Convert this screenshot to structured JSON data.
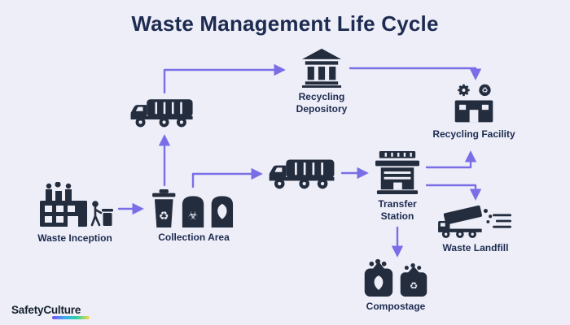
{
  "title": "Waste Management Life Cycle",
  "colors": {
    "bg": "#edeef8",
    "ink": "#242d3e",
    "accent": "#7a6ee6",
    "title": "#1d2b50"
  },
  "nodes": {
    "waste_inception": {
      "label": "Waste Inception"
    },
    "collection_area": {
      "label": "Collection Area"
    },
    "recycling_depository": {
      "label": "Recycling Depository"
    },
    "recycling_facility": {
      "label": "Recycling Facility"
    },
    "transfer_station": {
      "label": "Transfer Station"
    },
    "waste_landfill": {
      "label": "Waste Landfill"
    },
    "compostage": {
      "label": "Compostage"
    }
  },
  "icons": {
    "recycle_glyph": "♻",
    "biohazard_glyph": "☣",
    "leaf": "svg-leaf-shape",
    "garbage_truck": "svg-truck-shape",
    "bank": "svg-bank-shape",
    "factory_and_person": "svg-factory-shape",
    "transfer_building": "svg-awning-building-shape",
    "dump_truck": "svg-dump-truck-shape",
    "compost_bags": "svg-bags-shape",
    "gear": "svg-gear-shape"
  },
  "flow": [
    [
      "waste_inception",
      "collection_area"
    ],
    [
      "collection_area",
      "garbage_truck_1"
    ],
    [
      "garbage_truck_1",
      "recycling_depository"
    ],
    [
      "recycling_depository",
      "recycling_facility"
    ],
    [
      "collection_area",
      "garbage_truck_2"
    ],
    [
      "garbage_truck_2",
      "transfer_station"
    ],
    [
      "transfer_station",
      "recycling_facility"
    ],
    [
      "transfer_station",
      "waste_landfill"
    ],
    [
      "transfer_station",
      "compostage"
    ]
  ],
  "logo": {
    "text": "SafetyCulture",
    "gradient": [
      "#7b4df0",
      "#3fa9f5",
      "#2ed3a3",
      "#ffd84d"
    ]
  }
}
